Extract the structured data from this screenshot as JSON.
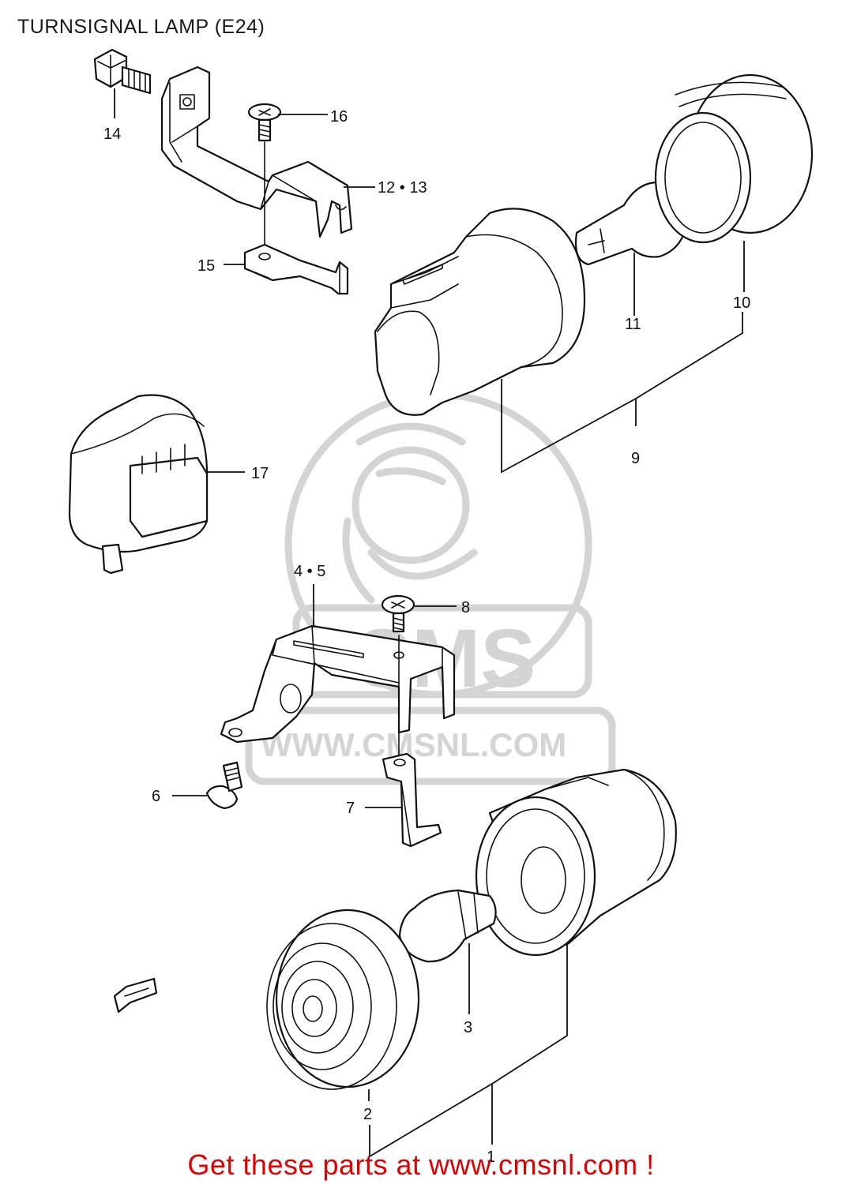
{
  "title": "TURNSIGNAL LAMP (E24)",
  "watermark": {
    "brand": "CMS",
    "url": "WWW.CMSNL.COM"
  },
  "callouts": {
    "c1": "1",
    "c2": "2",
    "c3": "3",
    "c4_5": "4 • 5",
    "c6": "6",
    "c7": "7",
    "c8": "8",
    "c9": "9",
    "c10": "10",
    "c11": "11",
    "c12_13": "12 • 13",
    "c14": "14",
    "c15": "15",
    "c16": "16",
    "c17": "17"
  },
  "footer": {
    "text": "Get these parts at www.cmsnl.com !"
  },
  "colors": {
    "footer": "#e00000",
    "watermark": "#d4d4d4",
    "line": "#111111"
  }
}
